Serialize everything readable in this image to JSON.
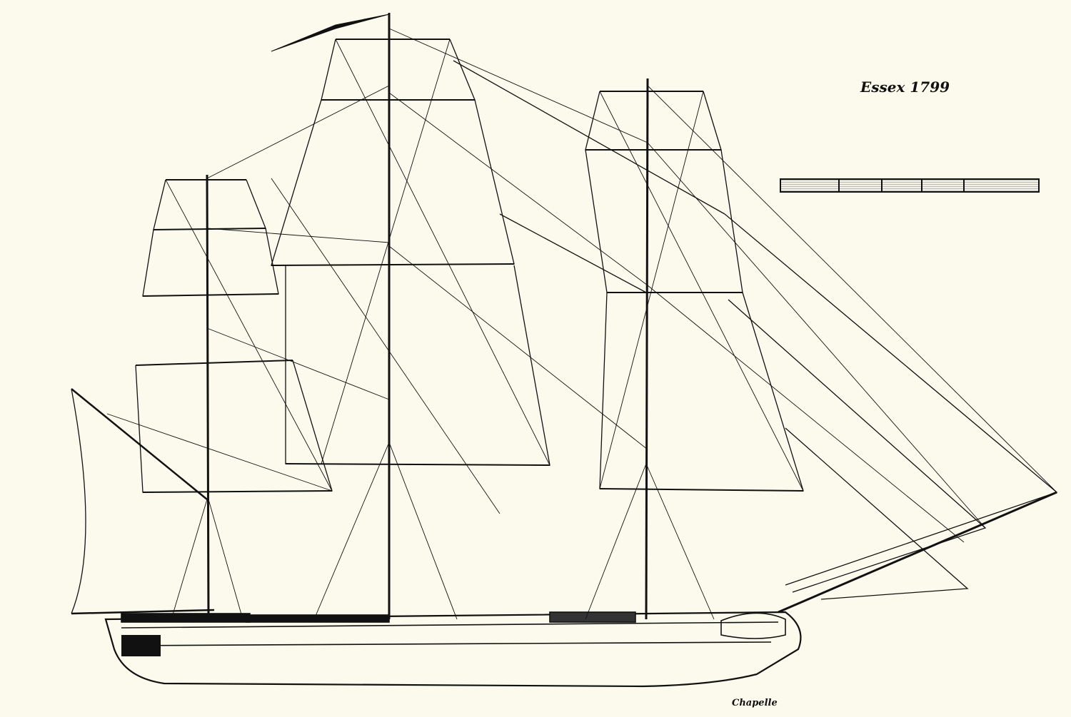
{
  "drawing": {
    "title": "Essex 1799",
    "signature": "Chapelle",
    "scale_bar_divisions": 5,
    "ink_color": "#111111",
    "paper_color": "#fbfaec"
  }
}
